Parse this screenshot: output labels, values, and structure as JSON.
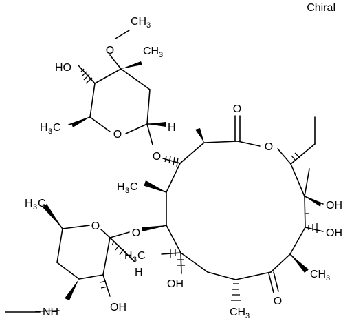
{
  "chirality_label": "Chiral",
  "atom_labels": {
    "o_methoxy": "O",
    "ch3_methoxy": "CH",
    "ch3_methoxy_sub": "3",
    "ho_cladinose": "HO",
    "ch3_cladinose_quat": "CH",
    "ch3_cladinose_quat_sub": "3",
    "h3c_cladinose": "H",
    "h3c_cladinose_sub": "3",
    "h3c_cladinose_c": "C",
    "o_cladinose_ring": "O",
    "h_cladinose_anomeric": "H",
    "o_glycosidic_1": "O",
    "o_lactone_carbonyl": "O",
    "o_lactone_ring": "O",
    "h3c_ring_1": "H",
    "h3c_ring_1_sub": "3",
    "h3c_ring_1_c": "C",
    "oh_ring_1": "OH",
    "oh_ring_2": "OH",
    "h3c_desosamine": "H",
    "h3c_desosamine_sub": "3",
    "h3c_desosamine_c": "C",
    "o_desosamine_ring": "O",
    "o_glycosidic_2": "O",
    "h3c_ring_2": "H",
    "h3c_ring_2_sub": "3",
    "h3c_ring_2_c": "C",
    "h_desosamine_anomeric": "H",
    "oh_ring_3": "OH",
    "ch3_ring_right": "CH",
    "ch3_ring_right_sub": "3",
    "o_ketone": "O",
    "ch3_ring_bottom": "CH",
    "ch3_ring_bottom_sub": "3",
    "nh_amine": "NH",
    "oh_desosamine": "OH"
  }
}
